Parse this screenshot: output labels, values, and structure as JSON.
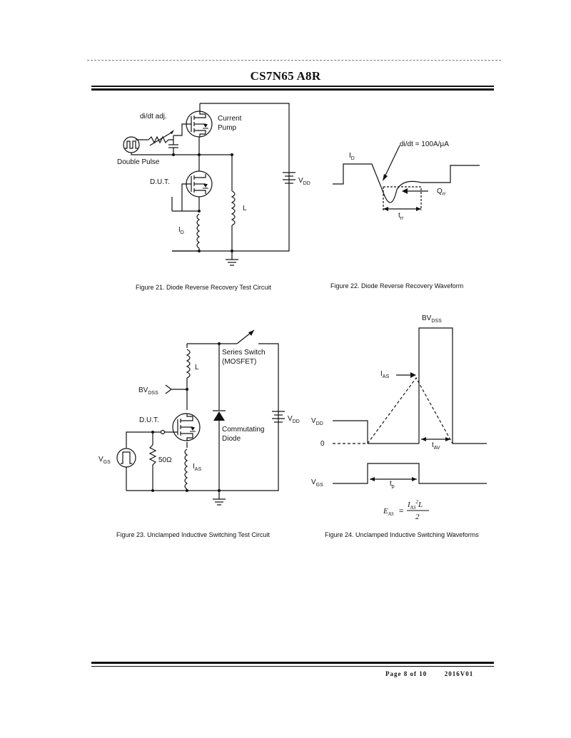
{
  "header": {
    "title": "CS7N65 A8R"
  },
  "fig21": {
    "caption": "Figure 21. Diode Reverse Recovery Test Circuit",
    "labels": {
      "didt_adj": "di/dt adj.",
      "current": "Current",
      "pump": "Pump",
      "double_pulse": "Double Pulse",
      "dut": "D.U.T.",
      "vdd_main": "V",
      "vdd_sub": "DD",
      "l": "L",
      "id_main": "I",
      "id_sub": "D"
    }
  },
  "fig22": {
    "caption": "Figure 22. Diode Reverse Recovery Waveform",
    "labels": {
      "didt": "di/dt = 100A/μA",
      "id_main": "I",
      "id_sub": "D",
      "qrr_main": "Q",
      "qrr_sub": "rr",
      "trr_main": "t",
      "trr_sub": "rr"
    }
  },
  "fig23": {
    "caption": "Figure 23. Unclamped Inductive Switching Test Circuit",
    "labels": {
      "series_switch": "Series Switch",
      "mosfet": "(MOSFET)",
      "l": "L",
      "bvdss_main": "BV",
      "bvdss_sub": "DSS",
      "dut": "D.U.T.",
      "commutating": "Commutating",
      "diode": "Diode",
      "vdd_main": "V",
      "vdd_sub": "DD",
      "vgs_main": "V",
      "vgs_sub": "GS",
      "r50": "50Ω",
      "ias_main": "I",
      "ias_sub": "AS"
    }
  },
  "fig24": {
    "caption": "Figure 24. Unclamped Inductive Switching Waveforms",
    "labels": {
      "bvdss_main": "BV",
      "bvdss_sub": "DSS",
      "ias_main": "I",
      "ias_sub": "AS",
      "vdd_main": "V",
      "vdd_sub": "DD",
      "zero": "0",
      "tav_main": "t",
      "tav_sub": "AV",
      "vgs_main": "V",
      "vgs_sub": "GS",
      "tp_main": "t",
      "tp_sub": "p",
      "eas_lhs": "E",
      "eas_lhs_sub": "AS",
      "eq": "=",
      "num_i": "I",
      "num_sub": "AS",
      "num_sup": "2",
      "num_l": "L",
      "den": "2"
    }
  },
  "footer": {
    "page": "Page 8 of 10",
    "version": "2016V01"
  }
}
